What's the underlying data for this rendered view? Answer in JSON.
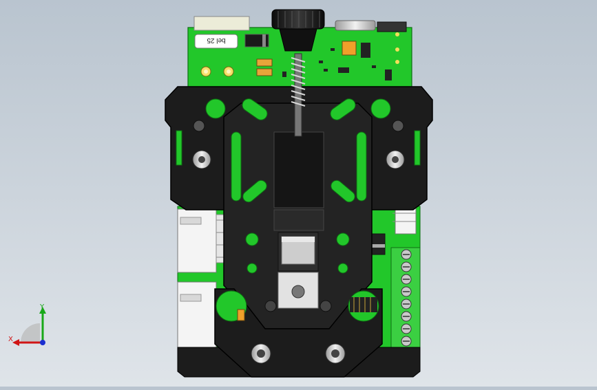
{
  "viewport": {
    "background_top": "#b9c4cf",
    "background_bottom": "#dfe4e9"
  },
  "model": {
    "pcb_color": "#22c72a",
    "bracket_color": "#1c1c1c",
    "silk_label": "bel 25",
    "components": [
      "knob",
      "lead-screw-spring",
      "usb-connector",
      "jst-connectors",
      "terminal-block",
      "capacitor-sd",
      "fasteners"
    ]
  },
  "axes": {
    "x_label": "X",
    "y_label": "Y",
    "x_color": "#d01515",
    "y_color": "#18a818",
    "z_color": "#1a2fd0"
  }
}
